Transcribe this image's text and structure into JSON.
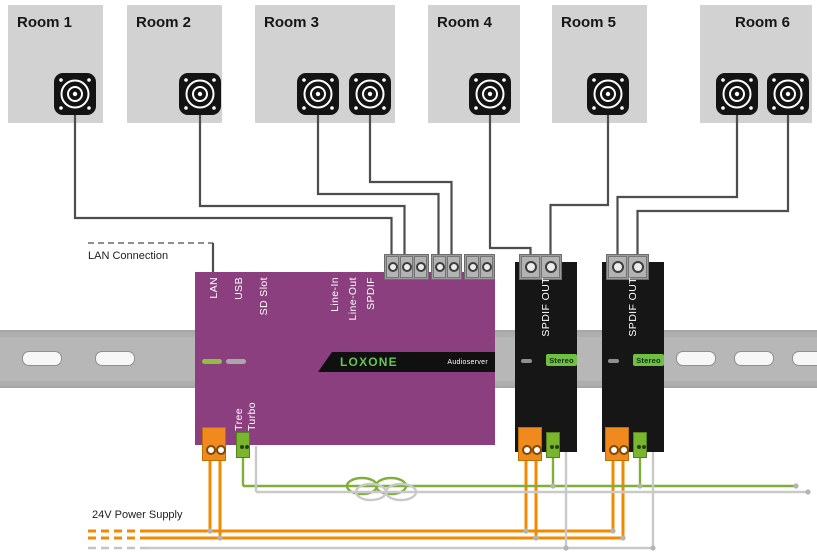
{
  "rooms": [
    {
      "label": "Room 1",
      "speakers": 1
    },
    {
      "label": "Room 2",
      "speakers": 1
    },
    {
      "label": "Room 3",
      "speakers": 2
    },
    {
      "label": "Room 4",
      "speakers": 1
    },
    {
      "label": "Room 5",
      "speakers": 1
    },
    {
      "label": "Room 6",
      "speakers": 2
    }
  ],
  "audioserver": {
    "brand": "LOXONE",
    "product_label": "Audioserver",
    "top_ports": [
      "LAN",
      "USB",
      "SD Slot",
      "Line-In",
      "Line-Out",
      "SPDIF"
    ],
    "bottom_ports": [
      "Tree",
      "Turbo"
    ]
  },
  "extensions": [
    {
      "port_label": "SPDIF OUT",
      "badge": "Stereo"
    },
    {
      "port_label": "SPDIF OUT",
      "badge": "Stereo"
    }
  ],
  "annotations": {
    "lan": "LAN Connection",
    "power": "24V Power Supply"
  },
  "colors": {
    "loxone_purple": "#8c3f7e",
    "loxone_green": "#69c350",
    "device_black": "#161616",
    "room_gray": "#d2d2d2",
    "rail_gray": "#b7b7b7",
    "wire_dark": "#4d4d4d",
    "wire_orange": "#f18a00",
    "wire_tree_green": "#7fae3a",
    "wire_neutral": "#c9c9c9",
    "stereo_badge_green": "#6fbf44"
  }
}
